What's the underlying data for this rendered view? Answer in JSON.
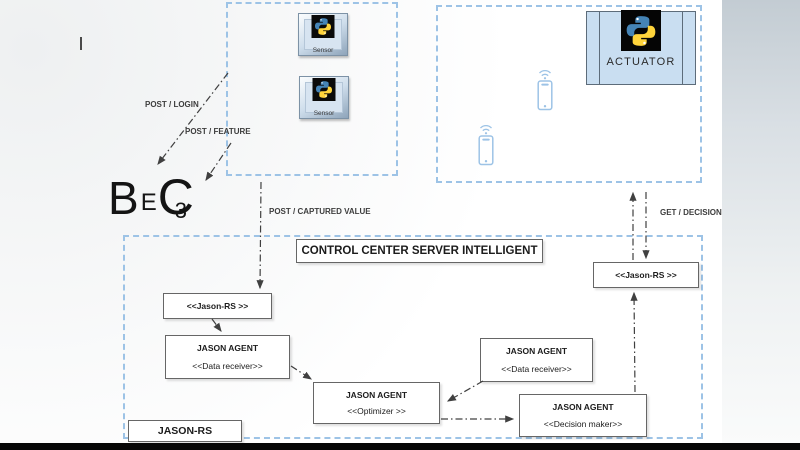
{
  "logo": {
    "b": "B",
    "e": "E",
    "c": "C",
    "three": "3"
  },
  "flow_labels": {
    "post_login": "POST / LOGIN",
    "post_feature": "POST / FEATURE",
    "post_captured_value": "POST / CAPTURED VALUE",
    "get_decision": "GET / DECISION"
  },
  "sensors_zone": {
    "sensors": [
      {
        "label": "Sensor"
      },
      {
        "label": "Sensor"
      }
    ]
  },
  "actuators_zone": {
    "actuator_label": "ACTUATOR",
    "phone_icons": 2
  },
  "control_center": {
    "title": "CONTROL CENTER SERVER INTELLIGENT",
    "zone_badge": "JASON-RS",
    "jason_rs_left": "<<Jason-RS >>",
    "jason_rs_right": "<<Jason-RS >>",
    "agents": [
      {
        "title": "JASON AGENT",
        "stereotype": "<<Data receiver>>"
      },
      {
        "title": "JASON AGENT",
        "stereotype": "<<Optimizer >>"
      },
      {
        "title": "JASON AGENT",
        "stereotype": "<<Data receiver>>"
      },
      {
        "title": "JASON AGENT",
        "stereotype": "<<Decision maker>>"
      }
    ]
  },
  "colors": {
    "dashed_zone_border": "#9dc3e6",
    "arrow": "#404040",
    "python_blue": "#4584b6",
    "python_yellow": "#ffd43b",
    "actuator_fill": "#c9def1",
    "phone_outline": "#9dc3e6"
  }
}
